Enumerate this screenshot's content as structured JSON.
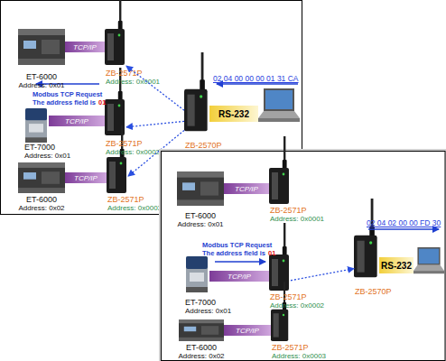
{
  "diagram": {
    "nodes": [
      {
        "text": [
          "ET-6000",
          "Address: 0x01"
        ]
      },
      {
        "text": [
          "ZB-2571P",
          "Address: 0x0001"
        ]
      },
      {
        "text": [
          "ET-7000",
          "Address: 0x01"
        ]
      },
      {
        "text": [
          "ZB-2571P",
          "Address: 0x0002"
        ]
      },
      {
        "text": [
          "ET-6000",
          "Address: 0x02"
        ]
      },
      {
        "text": [
          "ZB-2571P",
          "Address: 0x0003"
        ]
      },
      {
        "text": [
          "ZB-2570P"
        ]
      },
      {
        "text": [
          "RS-232"
        ]
      },
      {
        "text": [
          "ET-6000",
          "Address: 0x01"
        ]
      },
      {
        "text": [
          "ZB-2571P",
          "Address: 0x0001"
        ]
      },
      {
        "text": [
          "ET-7000",
          "Address: 0x01"
        ]
      },
      {
        "text": [
          "ZB-2571P",
          "Address: 0x0002"
        ]
      },
      {
        "text": [
          "ET-6000",
          "Address: 0x02"
        ]
      },
      {
        "text": [
          "ZB-2571P",
          "Address: 0x0003"
        ]
      },
      {
        "text": [
          "ZB-2570P"
        ]
      },
      {
        "text": [
          "RS-232"
        ]
      }
    ],
    "edges": [
      {
        "from": 0,
        "to": 1,
        "label": "TCP/IP",
        "arrow": "none"
      },
      {
        "from": 2,
        "to": 3,
        "label": "TCP/IP",
        "arrow": "none"
      },
      {
        "from": 4,
        "to": 5,
        "label": "TCP/IP",
        "arrow": "none"
      },
      {
        "from": 6,
        "to": 1,
        "arrow": "to"
      },
      {
        "from": 6,
        "to": 3,
        "arrow": "to"
      },
      {
        "from": 6,
        "to": 5,
        "arrow": "to"
      },
      {
        "from": 8,
        "to": 9,
        "label": "TCP/IP",
        "arrow": "none"
      },
      {
        "from": 10,
        "to": 11,
        "label": "TCP/IP",
        "arrow": "none"
      },
      {
        "from": 12,
        "to": 13,
        "label": "TCP/IP",
        "arrow": "none"
      },
      {
        "from": 11,
        "to": 14,
        "arrow": "to"
      }
    ],
    "labels": [
      "Modbus TCP Request",
      "The address field is",
      "01",
      "02 04 00 00 00 01 31 CA",
      "Modbus TCP Request",
      "The address field is",
      "01",
      "02 04 02 00 00 FD 30"
    ]
  }
}
